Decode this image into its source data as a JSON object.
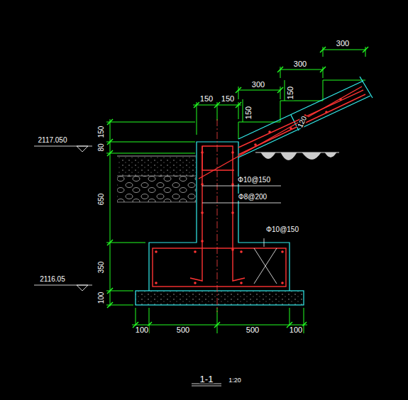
{
  "diagram": {
    "labels": [
      "300",
      "300",
      "300",
      "150",
      "150",
      "150",
      "150",
      "120",
      "2117.050",
      "150",
      "80",
      "650",
      "350",
      "100",
      "2116.05",
      "Φ10@150",
      "Φ8@200",
      "Φ10@150",
      "100",
      "500",
      "500",
      "100",
      "1-1",
      "1:20"
    ]
  }
}
